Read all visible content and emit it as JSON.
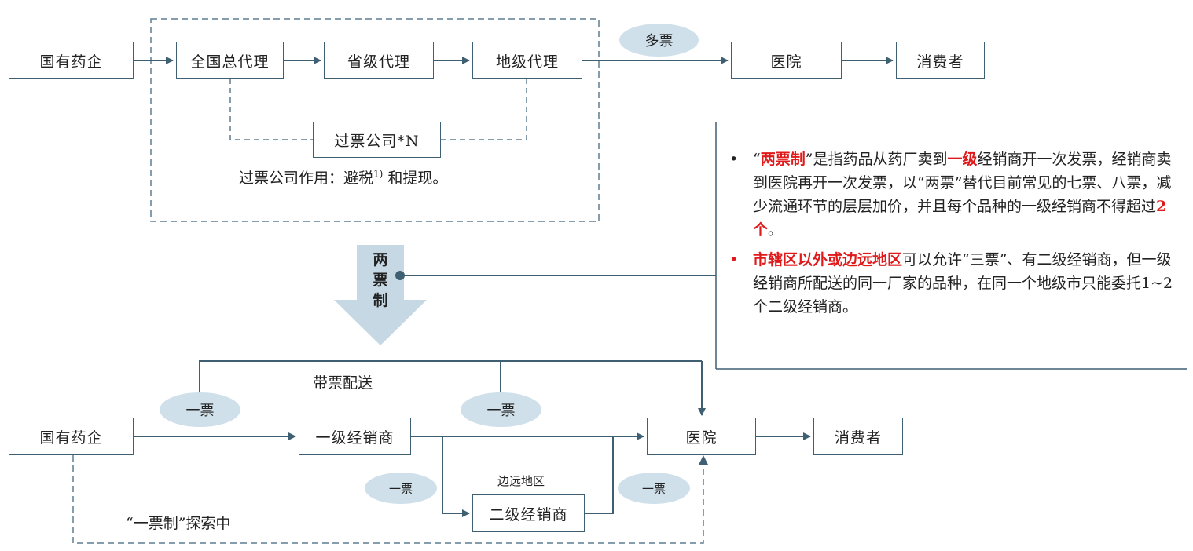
{
  "top_flow": {
    "nodes": {
      "soe_pharma": "国有药企",
      "national_agent": "全国总代理",
      "provincial_agent": "省级代理",
      "prefecture_agent": "地级代理",
      "hospital": "医院",
      "consumer": "消费者",
      "ticket_company": "过票公司*N"
    },
    "multi_ticket_label": "多票",
    "ticket_company_note_main": "过票公司作用：避税",
    "ticket_company_note_sup": "1)",
    "ticket_company_note_end": " 和提现。"
  },
  "down_arrow_label": [
    "两",
    "票",
    "制"
  ],
  "bullets": {
    "b1_p1": "“",
    "b1_red1": "两票制",
    "b1_p2": "”是指药品从药厂卖到",
    "b1_red2": "一级",
    "b1_p3": "经销商开一次发票，经销商卖到医院再开一次发票，以“两票”替代目前常见的七票、八票，减少流通环节的层层加价，并且每个品种的一级经销商不得超过",
    "b1_red3": "2个",
    "b1_p4": "。",
    "b2_red": "市辖区以外或边远地区",
    "b2_text": "可以允许“三票”、有二级经销商，但一级经销商所配送的同一厂家的品种，在同一个地级市只能委托1~2个二级经销商。"
  },
  "bottom_flow": {
    "nodes": {
      "soe_pharma": "国有药企",
      "primary_distributor": "一级经销商",
      "hospital": "医院",
      "consumer": "消费者",
      "secondary_distributor": "二级经销商"
    },
    "with_ticket_delivery": "带票配送",
    "one_ticket": "一票",
    "remote_area": "边远地区",
    "one_ticket_exploring": "“一票制”探索中"
  },
  "colors": {
    "line": "#3f5f73",
    "dashed": "#5e7d92",
    "oval_fill": "#cfe0ea",
    "arrow_fill": "#c5d8e4",
    "highlight": "#e0191a"
  }
}
